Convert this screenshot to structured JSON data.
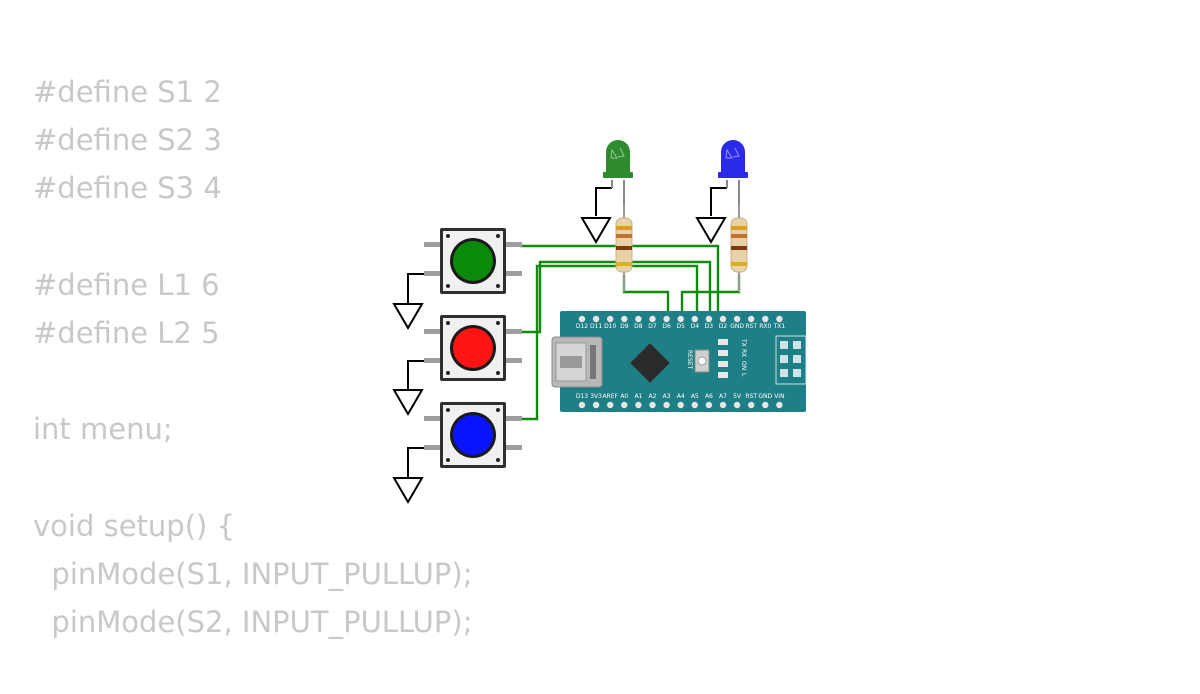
{
  "code": {
    "lines": [
      "#define S1 2",
      "#define S2 3",
      "#define S3 4",
      "",
      "#define L1 6",
      "#define L2 5",
      "",
      "int menu;",
      "",
      "void setup() {",
      "  pinMode(S1, INPUT_PULLUP);",
      "  pinMode(S2, INPUT_PULLUP);"
    ]
  },
  "buttons": [
    {
      "color": "#0a8a0a"
    },
    {
      "color": "#ff1414"
    },
    {
      "color": "#0a14ff"
    }
  ],
  "leds": [
    {
      "color": "#2e8b2e"
    },
    {
      "color": "#2a2ae8"
    }
  ],
  "board": {
    "color": "#1f7f86",
    "top_pins": [
      "D12",
      "D11",
      "D10",
      "D9",
      "D8",
      "D7",
      "D6",
      "D5",
      "D4",
      "D3",
      "D2",
      "GND",
      "RST",
      "RX0",
      "TX1"
    ],
    "bottom_pins": [
      "D13",
      "3V3",
      "AREF",
      "A0",
      "A1",
      "A2",
      "A3",
      "A4",
      "A5",
      "A6",
      "A7",
      "5V",
      "RST",
      "GND",
      "VIN"
    ],
    "reset_label": "RESET",
    "tx_label": "TX",
    "rx_label": "RX",
    "on_label": "ON",
    "l_label": "L"
  },
  "wire_color": "#128a12"
}
